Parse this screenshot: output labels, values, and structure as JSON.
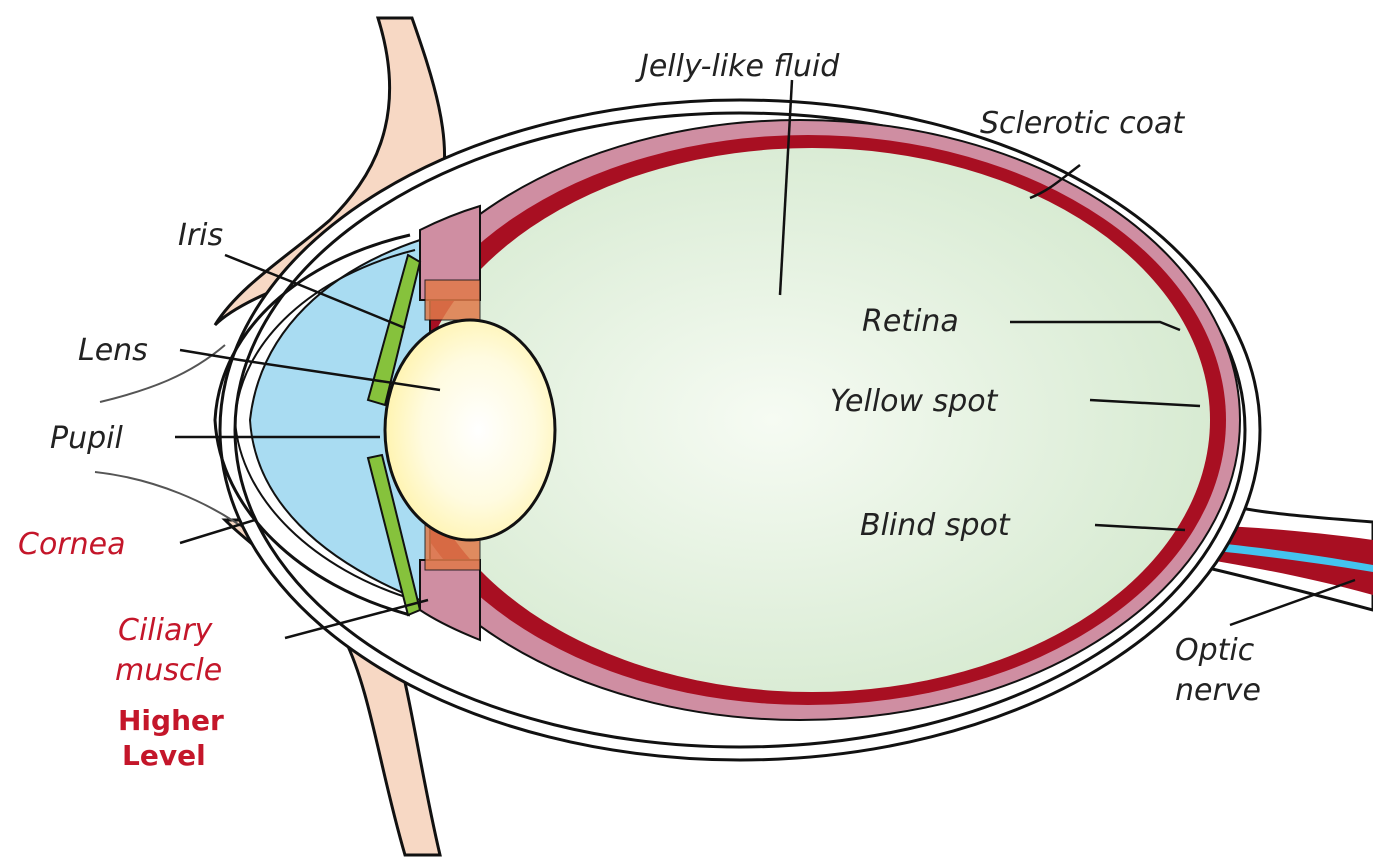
{
  "colors": {
    "skin": "#f7d8c4",
    "sclera_line": "#111111",
    "choroid": "#cf8ea2",
    "retina": "#a80f22",
    "vitreous": "#d6ecd2",
    "aqueous": "#a9dcf2",
    "lens": "#fff6b4",
    "iris": "#86c23c",
    "ciliary": "#e07a4a",
    "nerve_core": "#44c4ee",
    "label_red": "#c4162a",
    "label_dark": "#222222"
  },
  "labels": {
    "jelly": "Jelly-like fluid",
    "sclerotic": "Sclerotic coat",
    "iris": "Iris",
    "lens": "Lens",
    "retina": "Retina",
    "yellow_spot": "Yellow spot",
    "pupil": "Pupil",
    "blind_spot": "Blind spot",
    "cornea": "Cornea",
    "ciliary_1": "Ciliary",
    "ciliary_2": "muscle",
    "optic_1": "Optic",
    "optic_2": "nerve",
    "higher_1": "Higher",
    "higher_2": "Level"
  }
}
